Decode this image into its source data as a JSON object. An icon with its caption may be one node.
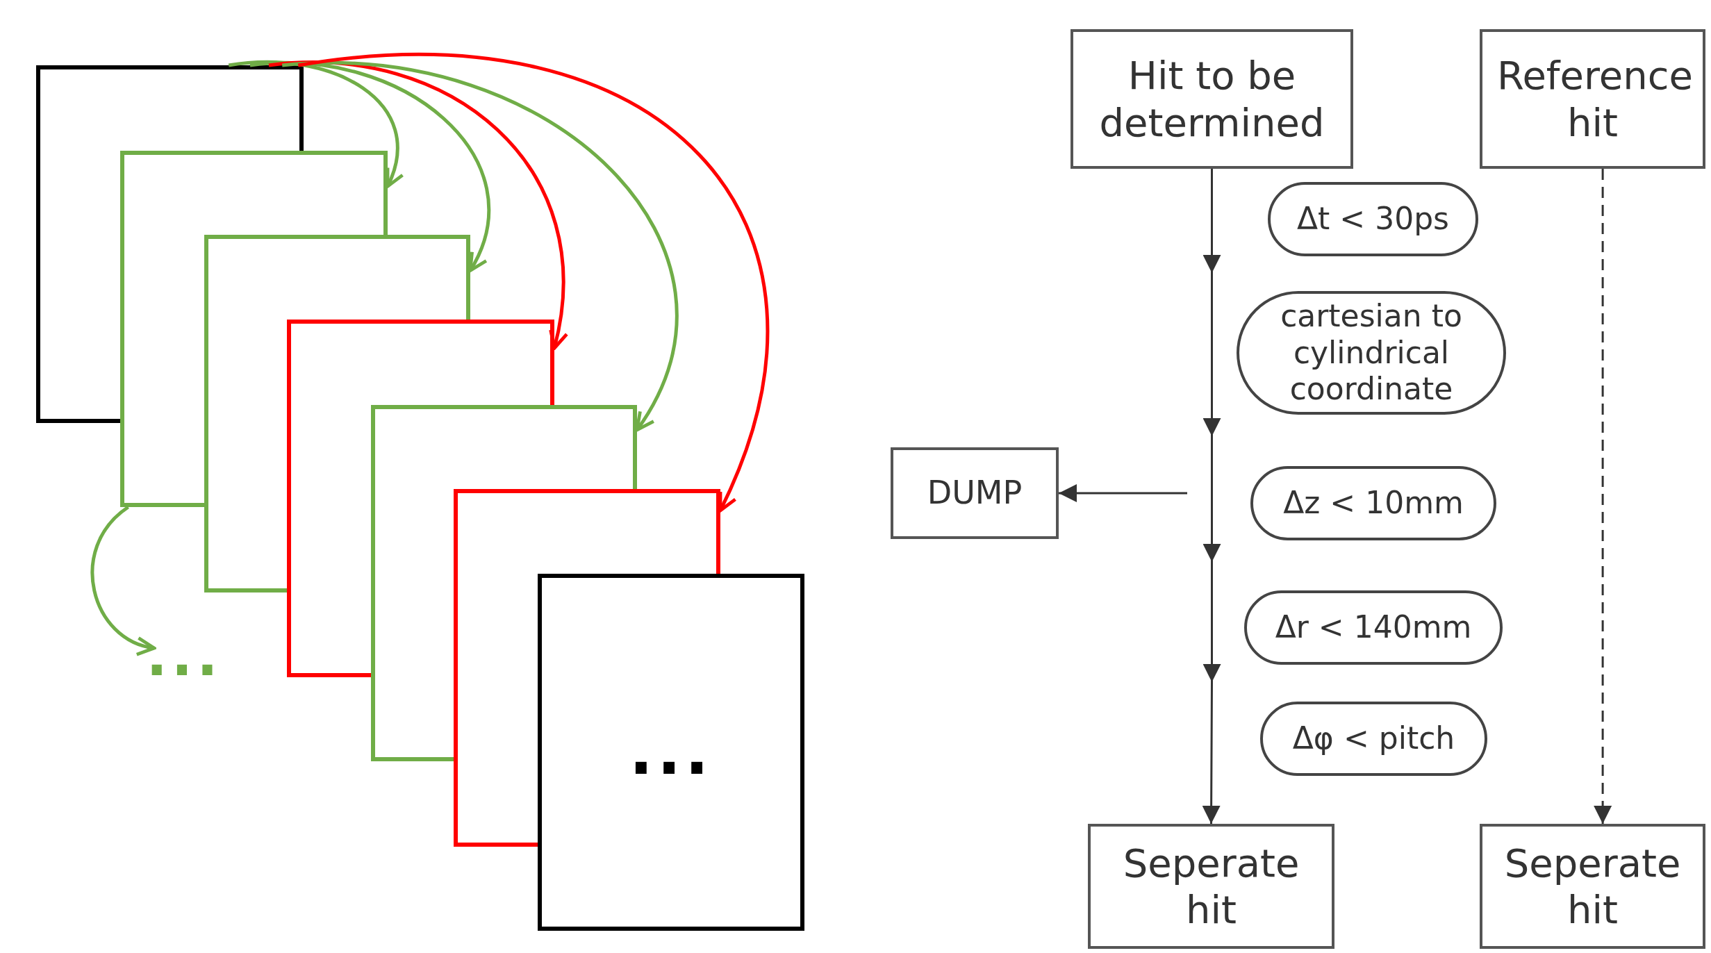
{
  "diagram": {
    "nodes": [
      {
        "text": [],
        "shape": "box"
      },
      {
        "text": [],
        "shape": "box"
      },
      {
        "text": [],
        "shape": "box"
      },
      {
        "text": [],
        "shape": "box"
      },
      {
        "text": [],
        "shape": "box"
      },
      {
        "text": [],
        "shape": "box"
      },
      {
        "text": [
          "..."
        ]
      },
      {
        "text": [
          "..."
        ]
      },
      {
        "text": [
          "Hit to be determined"
        ]
      },
      {
        "text": [
          "Reference hit"
        ]
      },
      {
        "text": [
          "Δt < 30ps"
        ]
      },
      {
        "text": [
          "cartesian to cylindrical coordinate"
        ]
      },
      {
        "text": [
          "DUMP"
        ]
      },
      {
        "text": [
          "Δz < 10mm"
        ]
      },
      {
        "text": [
          "Δr < 140mm"
        ]
      },
      {
        "text": [
          "Δφ < pitch"
        ]
      },
      {
        "text": [
          "Seperate hit"
        ]
      },
      {
        "text": [
          "Seperate hit"
        ]
      }
    ],
    "edges": [
      {
        "from": 0,
        "to": 1,
        "arrow": "to",
        "color": "#70ad47"
      },
      {
        "from": 0,
        "to": 2,
        "arrow": "to",
        "color": "#70ad47"
      },
      {
        "from": 0,
        "to": 3,
        "arrow": "to",
        "color": "#ff0000"
      },
      {
        "from": 0,
        "to": 4,
        "arrow": "to",
        "color": "#70ad47"
      },
      {
        "from": 0,
        "to": 5,
        "arrow": "to",
        "color": "#ff0000"
      },
      {
        "from": 1,
        "to": 7,
        "arrow": "to",
        "color": "#70ad47"
      },
      {
        "from": 8,
        "to": 16,
        "arrow": "to",
        "color": "#333333"
      },
      {
        "from": null,
        "to": 12,
        "arrow": "to",
        "color": "#333333"
      },
      {
        "from": 9,
        "to": 17,
        "arrow": "to",
        "style": "dashed",
        "color": "#333333"
      }
    ]
  }
}
